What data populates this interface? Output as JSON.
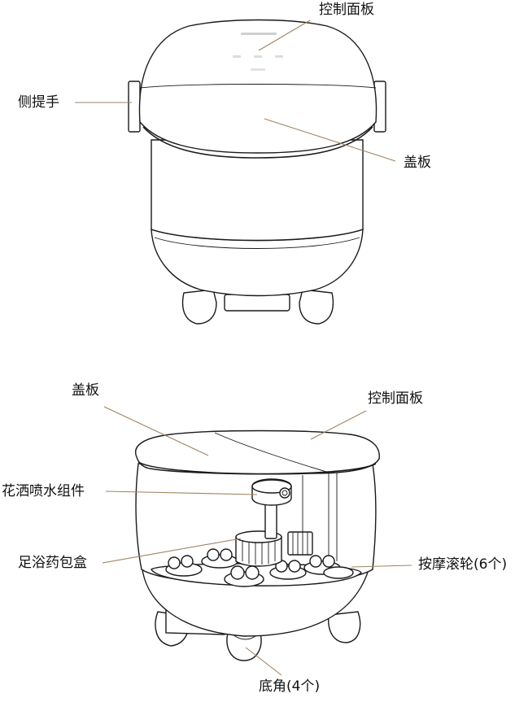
{
  "figure_top": {
    "callouts": {
      "control_panel": "控制面板",
      "side_handle": "侧提手",
      "lid": "盖板"
    }
  },
  "figure_bottom": {
    "callouts": {
      "lid": "盖板",
      "control_panel": "控制面板",
      "shower_spray_assembly": "花洒喷水组件",
      "herb_box": "足浴药包盒",
      "massage_rollers": "按摩滚轮(6个)",
      "feet": "底角(4个)"
    }
  },
  "colors": {
    "outline": "#1a1a1a",
    "leader_line": "#a08363"
  }
}
